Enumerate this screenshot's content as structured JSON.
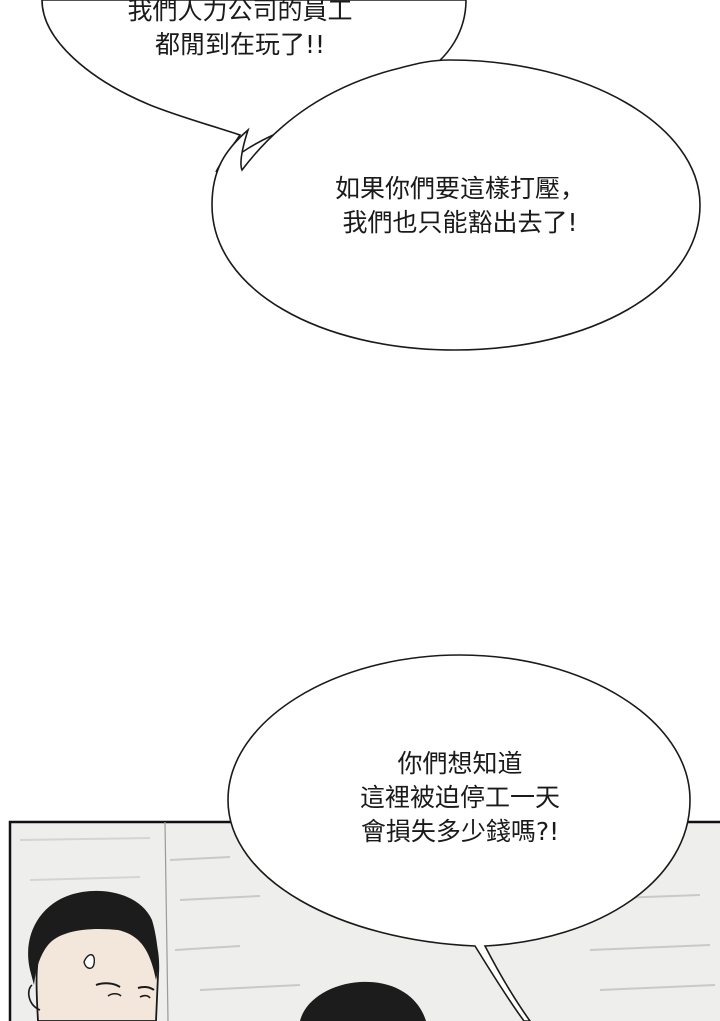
{
  "bubbles": [
    {
      "lines": [
        "我們人力公司的員工",
        "都閒到在玩了!!"
      ]
    },
    {
      "lines": [
        "如果你們要這樣打壓，",
        "我們也只能豁出去了!"
      ]
    },
    {
      "lines": [
        "你們想知道",
        "這裡被迫停工一天",
        "會損失多少錢嗎?!"
      ]
    }
  ],
  "colors": {
    "background": "#ffffff",
    "ink": "#1a1a1a",
    "hair": "#1c1c1c",
    "skin": "#f1e4d8",
    "panel_floor": "#e6e6e4"
  }
}
